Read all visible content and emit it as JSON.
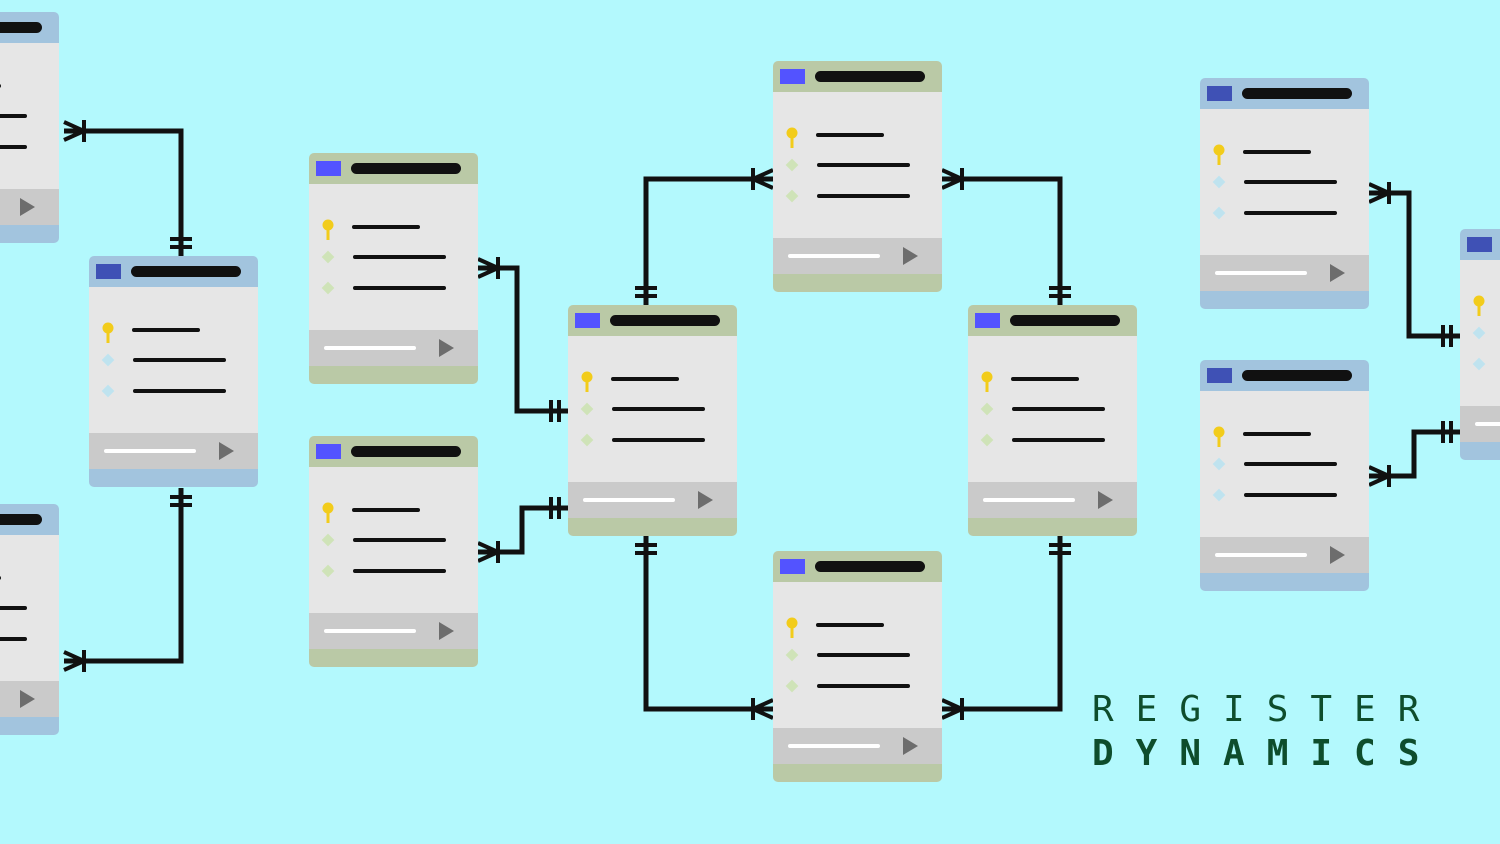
{
  "colors": {
    "background": "#b3f9fd",
    "line": "#111111",
    "card_body": "#e6e6e6",
    "card_footer": "#cacaca",
    "header_blue": "#a2c4de",
    "header_green": "#bac9a6",
    "icon_blue": "#3f51b5",
    "icon_bright_blue": "#5353ff",
    "key": "#f2cc1b",
    "brand": "#0e4d2c"
  },
  "diagram": {
    "entities": [
      {
        "id": "far-left-top",
        "variant": "blue"
      },
      {
        "id": "far-left-bottom",
        "variant": "blue"
      },
      {
        "id": "left-middle",
        "variant": "blue"
      },
      {
        "id": "column2-top",
        "variant": "green"
      },
      {
        "id": "column2-bottom",
        "variant": "green"
      },
      {
        "id": "center",
        "variant": "green"
      },
      {
        "id": "top-center",
        "variant": "green"
      },
      {
        "id": "bottom-center",
        "variant": "green"
      },
      {
        "id": "right-center",
        "variant": "green"
      },
      {
        "id": "right-top",
        "variant": "blue"
      },
      {
        "id": "right-bottom",
        "variant": "blue"
      },
      {
        "id": "far-right",
        "variant": "blue"
      }
    ],
    "relationships": [
      {
        "from": "far-left-top",
        "to": "left-middle",
        "from_end": "many",
        "to_end": "one"
      },
      {
        "from": "far-left-bottom",
        "to": "left-middle",
        "from_end": "many",
        "to_end": "one"
      },
      {
        "from": "column2-top",
        "to": "center",
        "from_end": "many",
        "to_end": "one"
      },
      {
        "from": "column2-bottom",
        "to": "center",
        "from_end": "many",
        "to_end": "one"
      },
      {
        "from": "center",
        "to": "top-center",
        "from_end": "one",
        "to_end": "many"
      },
      {
        "from": "top-center",
        "to": "right-center",
        "from_end": "many",
        "to_end": "one"
      },
      {
        "from": "center",
        "to": "bottom-center",
        "from_end": "one",
        "to_end": "many"
      },
      {
        "from": "bottom-center",
        "to": "right-center",
        "from_end": "many",
        "to_end": "one"
      },
      {
        "from": "right-top",
        "to": "far-right",
        "from_end": "many",
        "to_end": "one"
      },
      {
        "from": "right-bottom",
        "to": "far-right",
        "from_end": "many",
        "to_end": "one"
      }
    ]
  },
  "brand": {
    "line1": "REGISTER",
    "line2": "DYNAMICS"
  }
}
